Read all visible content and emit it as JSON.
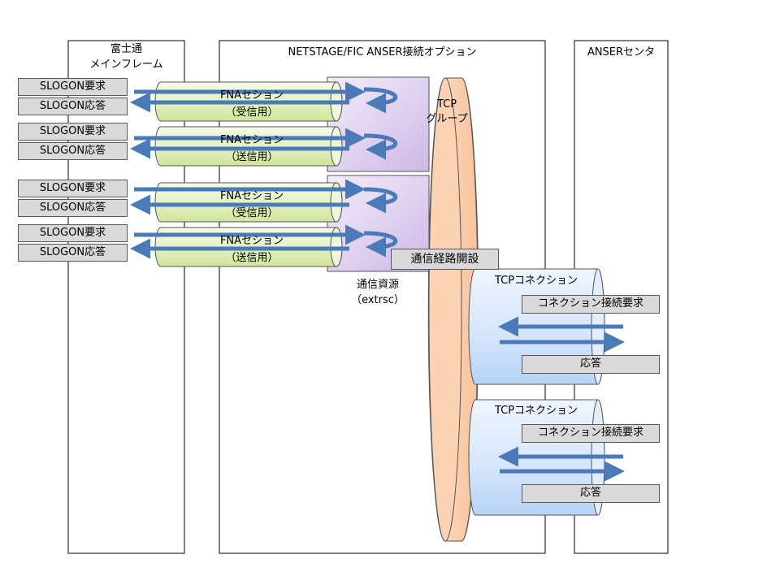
{
  "lanes": {
    "mainframe": {
      "line1": "富士通",
      "line2": "メインフレーム"
    },
    "option": {
      "title": "NETSTAGE/FIC ANSER接続オプション"
    },
    "center": {
      "title": "ANSERセンタ"
    }
  },
  "slogon": {
    "request": "SLOGON要求",
    "response": "SLOGON応答"
  },
  "fna_sessions": [
    {
      "name": "FNAセション",
      "role": "（受信用）"
    },
    {
      "name": "FNAセション",
      "role": "（送信用）"
    },
    {
      "name": "FNAセション",
      "role": "（受信用）"
    },
    {
      "name": "FNAセション",
      "role": "（送信用）"
    }
  ],
  "tcp_group": {
    "line1": "TCP",
    "line2": "グループ"
  },
  "comm_resource": {
    "line1": "通信資源",
    "line2": "（extrsc）"
  },
  "path_open": "通信経路開設",
  "tcp_connections": [
    {
      "name": "TCPコネクション",
      "request": "コネクション接続要求",
      "response": "応答"
    },
    {
      "name": "TCPコネクション",
      "request": "コネクション接続要求",
      "response": "応答"
    }
  ],
  "colors": {
    "fna_fill": "#e4f2c4",
    "resource_fill": "#d9c9ec",
    "tcp_group_fill": "#fbd3b3",
    "tcp_conn_fill": "#d4e5fb",
    "arrow": "#4a7ab8",
    "box_fill": "#d9d9d9"
  }
}
